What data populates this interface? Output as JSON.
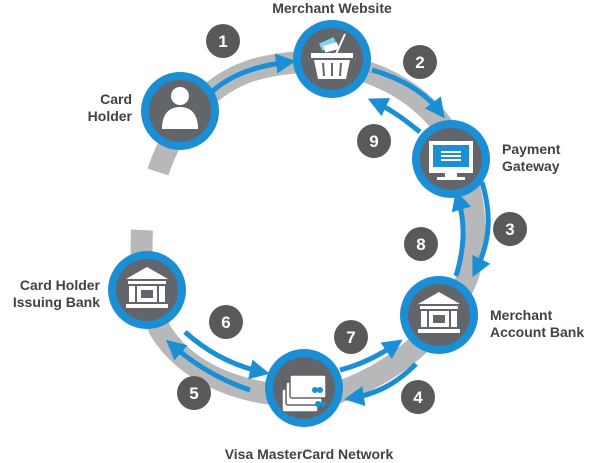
{
  "nodes": {
    "card_holder": {
      "lines": [
        "Card",
        "Holder"
      ],
      "icon": "person-icon"
    },
    "merchant_website": {
      "lines": [
        "Merchant Website"
      ],
      "icon": "shopping-basket-icon"
    },
    "payment_gateway": {
      "lines": [
        "Payment",
        "Gateway"
      ],
      "icon": "monitor-icon"
    },
    "merchant_account_bank": {
      "lines": [
        "Merchant",
        "Account Bank"
      ],
      "icon": "bank-icon"
    },
    "visa_mastercard_network": {
      "lines": [
        "Visa MasterCard Network"
      ],
      "icon": "cards-icon"
    },
    "card_holder_issuing_bank": {
      "lines": [
        "Card Holder",
        "Issuing Bank"
      ],
      "icon": "bank-icon"
    }
  },
  "steps": [
    "1",
    "2",
    "3",
    "4",
    "5",
    "6",
    "7",
    "8",
    "9"
  ],
  "colors": {
    "ring_blue": "#1b8fd5",
    "node_gray": "#626569",
    "track_gray": "#b7b8b9",
    "arrow_blue": "#1b8fd5",
    "badge_gray": "#58595b",
    "text": "#3f4347"
  }
}
